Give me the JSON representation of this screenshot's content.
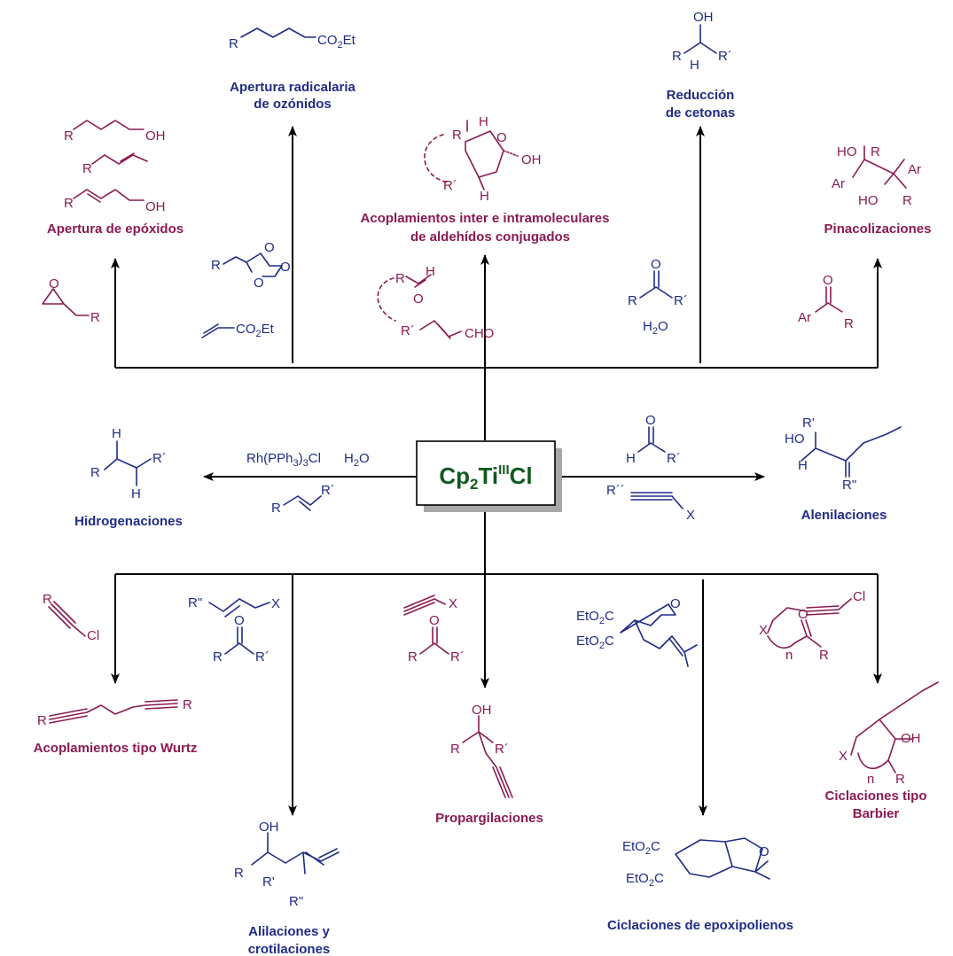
{
  "colors": {
    "blue": "#1f2c86",
    "purple": "#8a1a52",
    "center_text": "#0f5a1e",
    "arrows": "#000000"
  },
  "center": {
    "main": "Cp",
    "sub2": "2",
    "ti": "Ti",
    "sup": "III",
    "cl": "Cl"
  },
  "top": {
    "epoxide_opening": {
      "label": "Apertura de epóxidos",
      "reagent": "R",
      "products": [
        "R",
        "OH",
        "R",
        "R",
        "OH"
      ]
    },
    "ozonide_opening": {
      "label_1": "Apertura radicalaria",
      "label_2": "de ozónidos",
      "product_r": "R",
      "product_ester": "CO",
      "product_ester_sub": "2",
      "product_ester_tail": "Et",
      "reagent_r": "R",
      "reagent_o1": "O",
      "reagent_o2": "O",
      "reagent_o3": "O",
      "acrylate": "CO",
      "acrylate_sub": "2",
      "acrylate_tail": "Et"
    },
    "coupling": {
      "label_1": "Acoplamientos inter e intramoleculares",
      "label_2": "de aldehídos conjugados",
      "product_h1": "H",
      "product_r": "R",
      "product_o": "O",
      "product_oh": "OH",
      "product_rp": "R´",
      "product_h2": "H",
      "reagent_r": "R",
      "reagent_h": "H",
      "reagent_o": "O",
      "reagent_rp": "R´",
      "reagent_cho": "CHO"
    },
    "ketone_reduction": {
      "label_1": "Reducción",
      "label_2": "de cetonas",
      "product_oh": "OH",
      "product_r": "R",
      "product_h": "H",
      "product_rp": "R´",
      "reagent_o": "O",
      "reagent_r": "R",
      "reagent_rp": "R´",
      "water": "H",
      "water_sub": "2",
      "water_tail": "O"
    },
    "pinacol": {
      "label": "Pinacolizaciones",
      "product_ho1": "HO",
      "product_r1": "R",
      "product_ar1": "Ar",
      "product_ar2": "Ar",
      "product_ho2": "HO",
      "product_r2": "R",
      "reagent_o": "O",
      "reagent_ar": "Ar",
      "reagent_r": "R"
    }
  },
  "middle": {
    "hydrogenation": {
      "label": "Hidrogenaciones",
      "catalyst": "Rh(PPh",
      "catalyst_sub": "3",
      "catalyst_tail": ")",
      "catalyst_sub2": "3",
      "catalyst_cl": "Cl",
      "water": "H",
      "water_sub": "2",
      "water_tail": "O",
      "product_h1": "H",
      "product_r": "R",
      "product_rp": "R´",
      "product_h2": "H",
      "alkene_r": "R",
      "alkene_rp": "R´"
    },
    "allenylation": {
      "label": "Alenilaciones",
      "aldehyde_o": "O",
      "aldehyde_h": "H",
      "aldehyde_rp": "R´",
      "propargyl_r": "R´´",
      "propargyl_x": "X",
      "product_rp": "R'",
      "product_ho": "HO",
      "product_h": "H",
      "product_rpp": "R\""
    }
  },
  "bottom": {
    "wurtz": {
      "label": "Acoplamientos tipo Wurtz",
      "reagent_r": "R",
      "reagent_cl": "Cl",
      "product_r1": "R",
      "product_r2": "R"
    },
    "allylation": {
      "label_1": "Alilaciones y",
      "label_2": "crotilaciones",
      "reagent_r": "R\"",
      "reagent_x": "X",
      "ketone_o": "O",
      "ketone_r": "R",
      "ketone_rp": "R´",
      "product_oh": "OH",
      "product_r": "R",
      "product_rp": "R'",
      "product_rpp": "R\""
    },
    "propargylation": {
      "label": "Propargilaciones",
      "reagent_x": "X",
      "ketone_o": "O",
      "ketone_r": "R",
      "ketone_rp": "R´",
      "product_oh": "OH",
      "product_r": "R",
      "product_rp": "R´"
    },
    "epoxypolyene": {
      "label": "Ciclaciones de epoxipolienos",
      "reagent_ester1": "EtO",
      "reagent_ester1_sub": "2",
      "reagent_ester1_tail": "C",
      "reagent_ester2": "EtO",
      "reagent_ester2_sub": "2",
      "reagent_ester2_tail": "C",
      "reagent_o": "O",
      "product_ester1": "EtO",
      "product_ester1_sub": "2",
      "product_ester1_tail": "C",
      "product_ester2": "EtO",
      "product_ester2_sub": "2",
      "product_ester2_tail": "C",
      "product_o": "O"
    },
    "barbier": {
      "label_1": "Ciclaciones tipo",
      "label_2": "Barbier",
      "reagent_cl": "Cl",
      "reagent_x": "X",
      "reagent_n": "n",
      "reagent_o": "O",
      "reagent_r": "R",
      "product_x": "X",
      "product_oh": "OH",
      "product_n": "n",
      "product_r": "R"
    }
  }
}
